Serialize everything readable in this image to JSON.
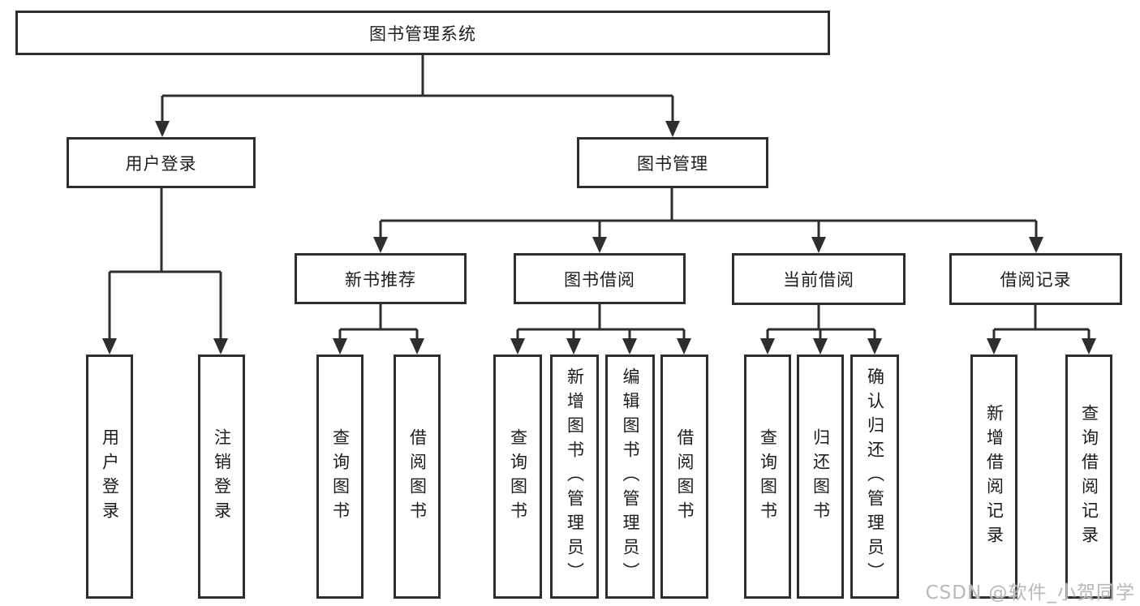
{
  "diagram": {
    "root": {
      "label": "图书管理系统"
    },
    "level2": [
      {
        "label": "用户登录",
        "children": [
          {
            "label": "用户登录"
          },
          {
            "label": "注销登录"
          }
        ]
      },
      {
        "label": "图书管理",
        "children": [
          {
            "label": "新书推荐",
            "children": [
              {
                "label": "查询图书"
              },
              {
                "label": "借阅图书"
              }
            ]
          },
          {
            "label": "图书借阅",
            "children": [
              {
                "label": "查询图书"
              },
              {
                "label": "新增图书（管理员）"
              },
              {
                "label": "编辑图书（管理员）"
              },
              {
                "label": "借阅图书"
              }
            ]
          },
          {
            "label": "当前借阅",
            "children": [
              {
                "label": "查询图书"
              },
              {
                "label": "归还图书"
              },
              {
                "label": "确认归还（管理员）"
              }
            ]
          },
          {
            "label": "借阅记录",
            "children": [
              {
                "label": "新增借阅记录"
              },
              {
                "label": "查询借阅记录"
              }
            ]
          }
        ]
      }
    ],
    "watermark": "CSDN @软件_小贺同学",
    "colors": {
      "line": "#2e2e2e",
      "box_border": "#2e2e2e",
      "background": "#ffffff",
      "text": "#1c1c1c",
      "watermark": "#b9b9b9"
    }
  }
}
